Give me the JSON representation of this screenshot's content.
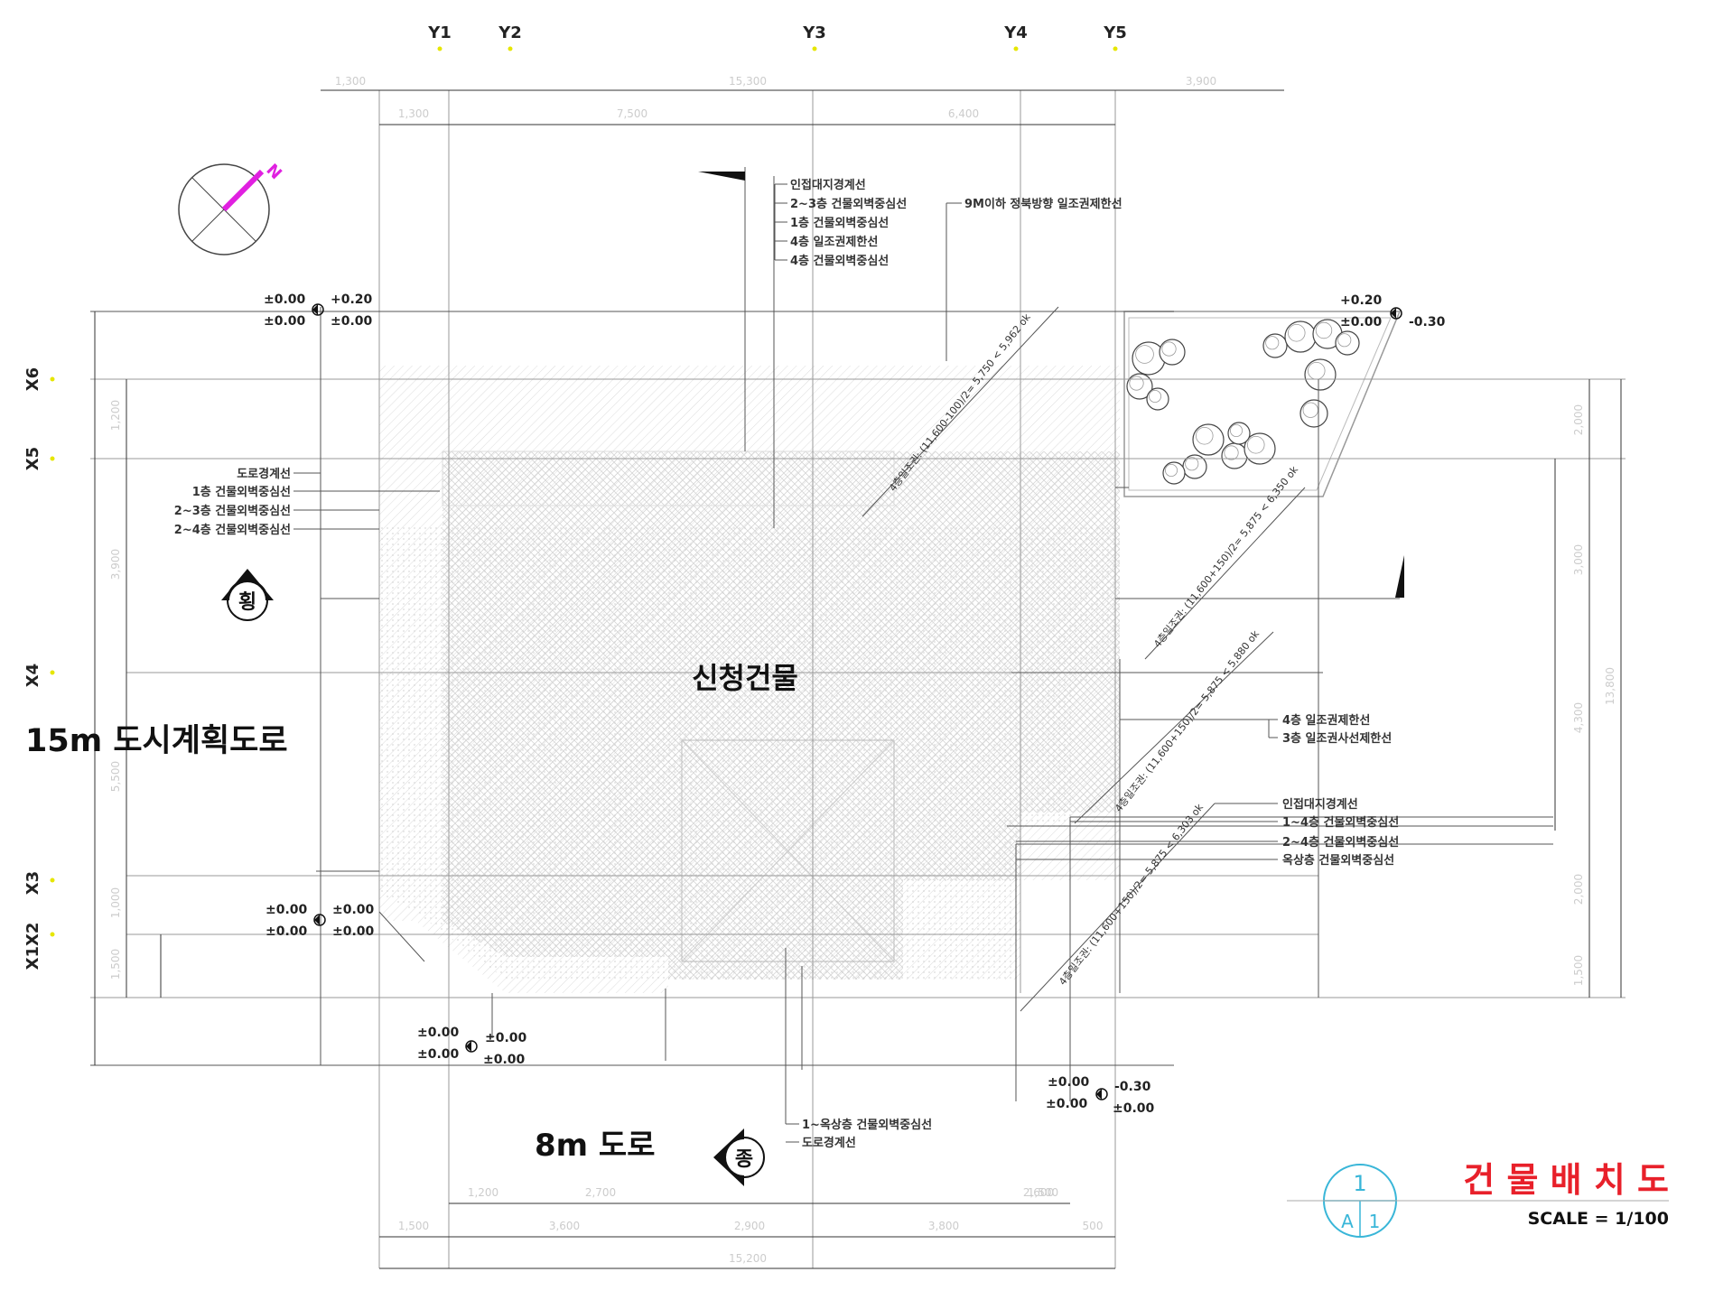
{
  "grid_axes": {
    "y": [
      "Y1",
      "Y2",
      "Y3",
      "Y4",
      "Y5"
    ],
    "x": [
      "X6",
      "X5",
      "X4",
      "X3",
      "X2",
      "X1"
    ]
  },
  "building_label": "신청건물",
  "road_left": "15m 도시계획도로",
  "road_bottom": "8m 도로",
  "title": "건 물 배 치 도",
  "scale": "SCALE = 1/100",
  "sheet_ref": {
    "top": "1",
    "bottom_left": "A",
    "bottom_right": "1"
  },
  "section_markers": {
    "horizontal": "횡",
    "vertical": "종"
  },
  "dimensions_top_outer": [
    "1,300",
    "15,300",
    "3,900"
  ],
  "dimensions_top_inner": [
    "1,300",
    "7,500",
    "6,400"
  ],
  "dimensions_bottom_inner": [
    "1,200",
    "2,700",
    "2,600",
    "1,500"
  ],
  "dimensions_bottom_mid": [
    "1,500",
    "3,600",
    "2,900",
    "3,800",
    "500"
  ],
  "dimensions_bottom_total": "15,200",
  "dimensions_left": [
    "1,200",
    "3,900",
    "5,500",
    "1,000",
    "1,500"
  ],
  "dimensions_right": [
    "2,000",
    "3,000",
    "4,300",
    "2,000",
    "1,500",
    "13,800"
  ],
  "labels": {
    "top_group": [
      "인접대지경계선",
      "2~3층 건물외벽중심선",
      "1층 건물외벽중심선",
      "4층 일조권제한선",
      "4층 건물외벽중심선"
    ],
    "top_right": "9M이하 정북방향 일조권제한선",
    "left_group": [
      "도로경계선",
      "1층 건물외벽중심선",
      "2~3층 건물외벽중심선",
      "2~4층 건물외벽중심선"
    ],
    "right_mid": [
      "4층 일조권제한선",
      "3층 일조권사선제한선"
    ],
    "right_low": [
      "인접대지경계선",
      "1~4층 건물외벽중심선",
      "2~4층 건물외벽중심선",
      "옥상층 건물외벽중심선"
    ],
    "bottom": [
      "1~옥상층 건물외벽중심선",
      "도로경계선"
    ]
  },
  "diagonal_notes": [
    "4층일조권: (11,600-100)/2= 5,750 < 5,962 ok",
    "4층일조권: (11,600+150)/2= 5,875 < 6,350 ok",
    "4층일조권: (11,600+150)/2= 5,875 < 5,880 ok",
    "4층일조권: (11,600+150)/2= 5,875 < 6,303 ok"
  ],
  "levels": {
    "tl_a": "±0.00",
    "tl_b": "±0.00",
    "tl_c": "+0.20",
    "tl_d": "±0.00",
    "tr_a": "+0.20",
    "tr_b": "±0.00",
    "tr_c": "-0.30",
    "ml_a": "±0.00",
    "ml_b": "±0.00",
    "ml_c": "±0.00",
    "ml_d": "±0.00",
    "bl_a": "±0.00",
    "bl_b": "±0.00",
    "bl_c": "±0.00",
    "bl_d": "±0.00",
    "br_a": "±0.00",
    "br_b": "±0.00",
    "br_c": "-0.30",
    "br_d": "±0.00"
  },
  "north_label": "N",
  "colors": {
    "title": "#e8202a",
    "north": "#e020e0",
    "axis_marker": "#e6e600",
    "ref_circle": "#39b6d8"
  }
}
